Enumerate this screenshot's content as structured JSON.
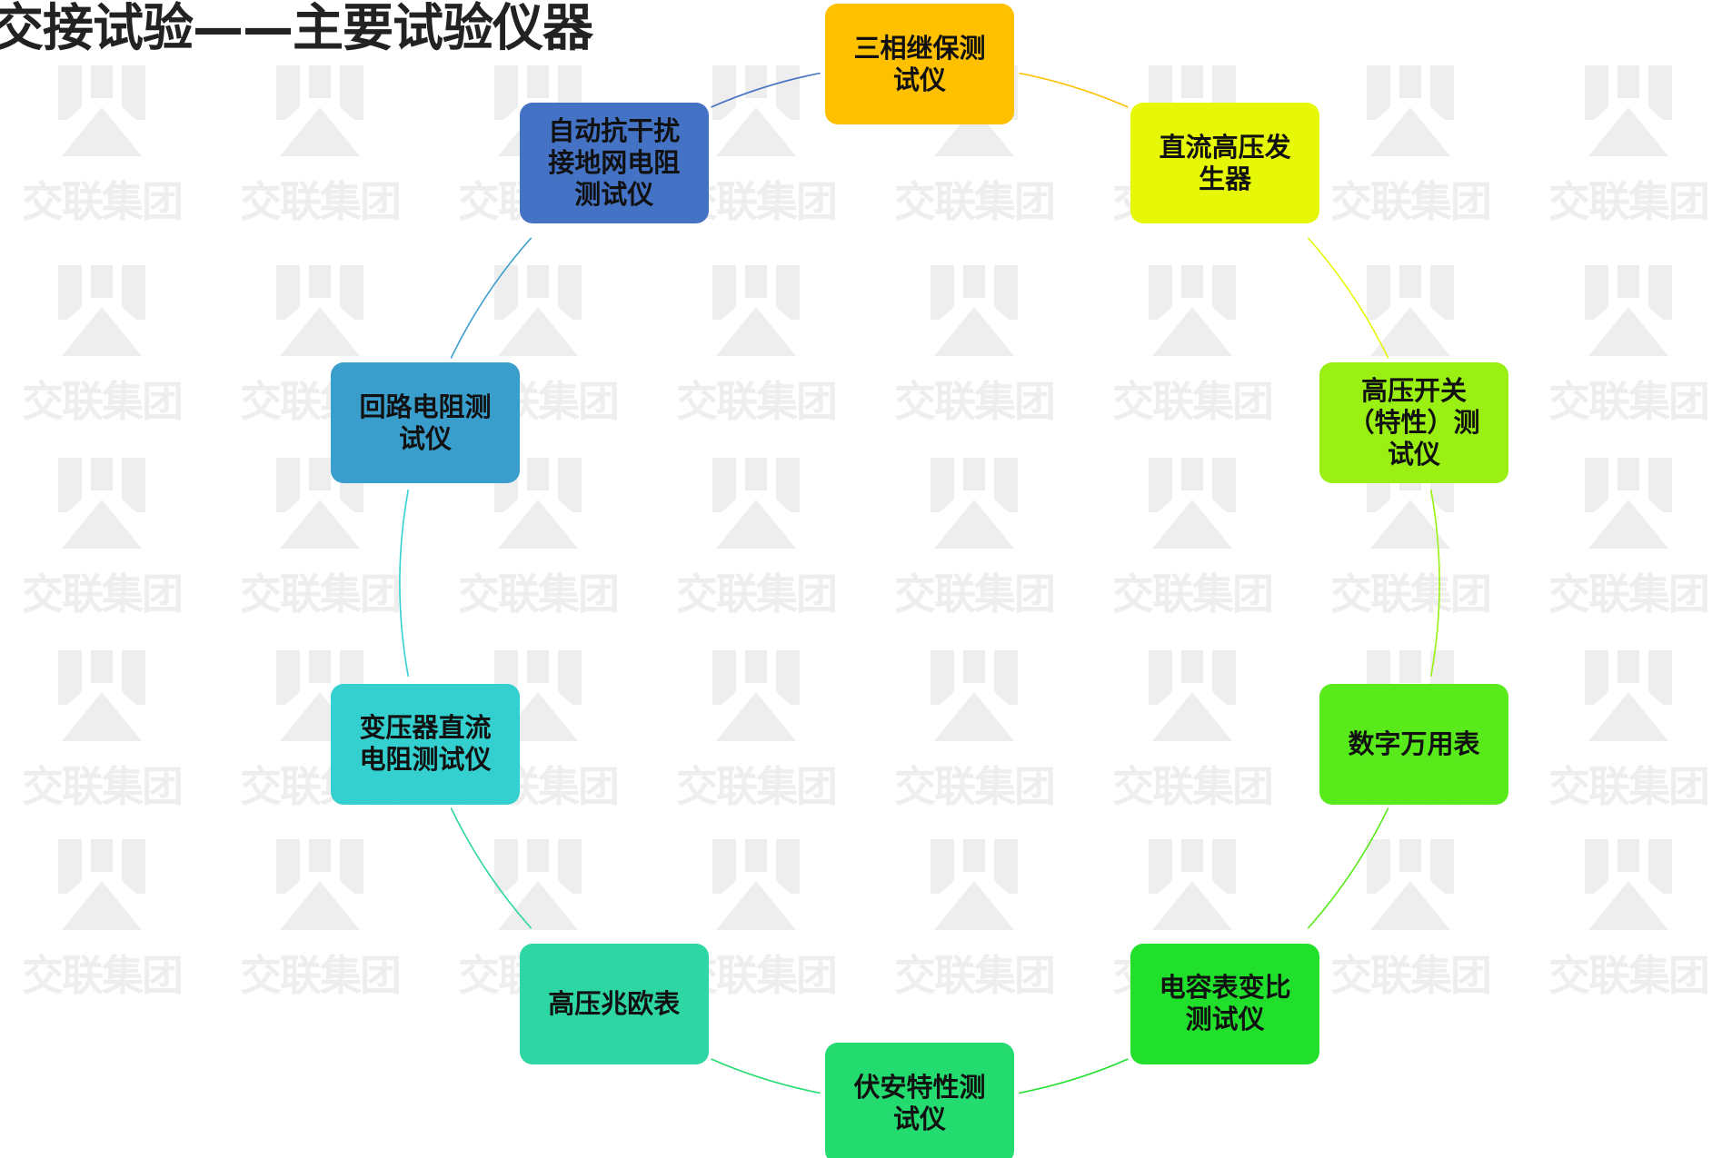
{
  "title": "交接试验——主要试验仪器",
  "watermark": {
    "text": "交联集团",
    "color": "#eeeeee"
  },
  "diagram": {
    "type": "cycle",
    "nodes": [
      {
        "label": "三相继保测\n试仪",
        "color": "#ffc000"
      },
      {
        "label": "直流高压发\n生器",
        "color": "#e6f707"
      },
      {
        "label": "高压开关\n（特性）测\n试仪",
        "color": "#99f012"
      },
      {
        "label": "数字万用表",
        "color": "#58ea1a"
      },
      {
        "label": "电容表变比\n测试仪",
        "color": "#21e02c"
      },
      {
        "label": "伏安特性测\n试仪",
        "color": "#23db6e"
      },
      {
        "label": "高压兆欧表",
        "color": "#2ed6a3"
      },
      {
        "label": "变压器直流\n电阻测试仪",
        "color": "#34cfcf"
      },
      {
        "label": "回路电阻测\n试仪",
        "color": "#3a9ecc"
      },
      {
        "label": "自动抗干扰\n接地网电阻\n测试仪",
        "color": "#4472c4"
      }
    ]
  }
}
